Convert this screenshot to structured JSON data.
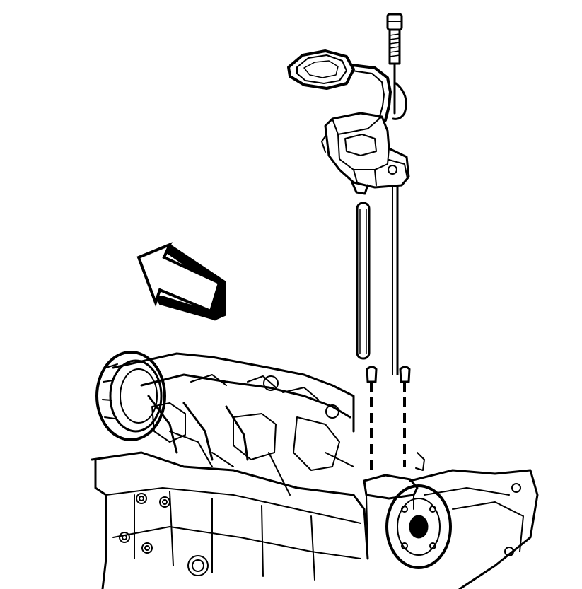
{
  "diagram": {
    "type": "exploded-assembly-line-drawing",
    "colors": {
      "ink": "#000000",
      "paper": "#ffffff"
    },
    "components": [
      {
        "name": "bolt",
        "icon": "bolt-icon"
      },
      {
        "name": "oil-pump-screen",
        "icon": "screen-icon"
      },
      {
        "name": "oil-pump",
        "icon": "pump-icon"
      },
      {
        "name": "pump-shaft",
        "icon": "shaft-icon"
      },
      {
        "name": "engine-block",
        "icon": "engine-icon"
      },
      {
        "name": "direction-arrow",
        "icon": "arrow-icon"
      }
    ]
  }
}
